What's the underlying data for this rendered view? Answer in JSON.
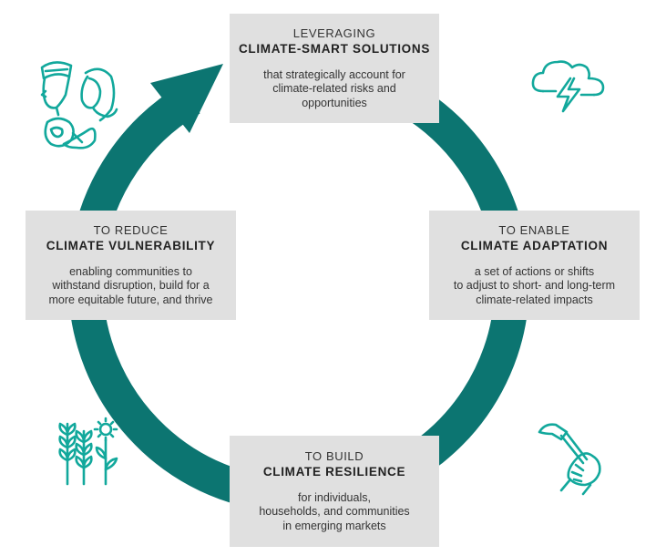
{
  "colors": {
    "ring": "#0c7571",
    "icon": "#12a89c",
    "box": "#e0e0e0"
  },
  "boxes": {
    "top": {
      "kicker": "LEVERAGING",
      "title": "CLIMATE-SMART SOLUTIONS",
      "lines": [
        "that strategically account for",
        "climate-related risks and",
        "opportunities"
      ]
    },
    "left": {
      "kicker": "TO REDUCE",
      "title": "CLIMATE VULNERABILITY",
      "lines": [
        "enabling communities to",
        "withstand disruption, build for a",
        "more equitable future, and thrive"
      ]
    },
    "right": {
      "kicker": "TO ENABLE",
      "title": "CLIMATE ADAPTATION",
      "lines": [
        "a set of actions or shifts",
        "to adjust to short- and long-term",
        "climate-related impacts"
      ]
    },
    "bottom": {
      "kicker": "TO BUILD",
      "title": "CLIMATE RESILIENCE",
      "lines": [
        "for individuals,",
        "households, and communities",
        "in emerging markets"
      ]
    }
  },
  "icons": [
    "people-icon",
    "storm-cloud-icon",
    "crops-icon",
    "hammer-hand-icon"
  ]
}
